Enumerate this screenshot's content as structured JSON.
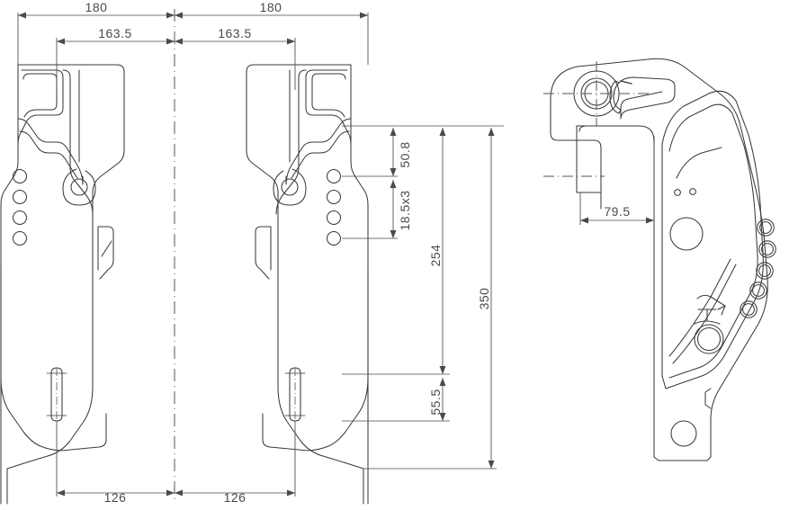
{
  "drawing": {
    "title": "Mechanical Bracket Assembly Engineering Drawing",
    "type": "orthographic-technical-drawing",
    "background_color": "#ffffff",
    "line_color": "#3a3a3a",
    "dimension_color": "#4a4a4a",
    "centerline_color": "#555555",
    "views": [
      {
        "name": "front-view-left-bracket",
        "label": ""
      },
      {
        "name": "front-view-right-bracket",
        "label": ""
      },
      {
        "name": "side-view-right",
        "label": ""
      }
    ]
  },
  "dimensions": {
    "horizontal_top": [
      {
        "id": "dim-180-left",
        "value": "180",
        "orientation": "horizontal"
      },
      {
        "id": "dim-180-right",
        "value": "180",
        "orientation": "horizontal"
      },
      {
        "id": "dim-163-left",
        "value": "163.5",
        "orientation": "horizontal"
      },
      {
        "id": "dim-163-right",
        "value": "163.5",
        "orientation": "horizontal"
      }
    ],
    "horizontal_bottom": [
      {
        "id": "dim-126-left",
        "value": "126",
        "orientation": "horizontal"
      },
      {
        "id": "dim-126-right",
        "value": "126",
        "orientation": "horizontal"
      }
    ],
    "vertical_middle": [
      {
        "id": "dim-50-8",
        "value": "50.8",
        "orientation": "vertical"
      },
      {
        "id": "dim-18-5",
        "value": "18.5x3",
        "orientation": "vertical"
      },
      {
        "id": "dim-254",
        "value": "254",
        "orientation": "vertical"
      },
      {
        "id": "dim-350",
        "value": "350",
        "orientation": "vertical"
      },
      {
        "id": "dim-55-5",
        "value": "55.5",
        "orientation": "vertical"
      }
    ],
    "side_view": [
      {
        "id": "dim-79-5",
        "value": "79.5",
        "orientation": "horizontal"
      }
    ]
  },
  "features": {
    "bolt_hole_column_count": 4,
    "side_hole_arc_count": 5,
    "pivot_hole": "present",
    "bushing_eye": "present",
    "slot": "present"
  }
}
